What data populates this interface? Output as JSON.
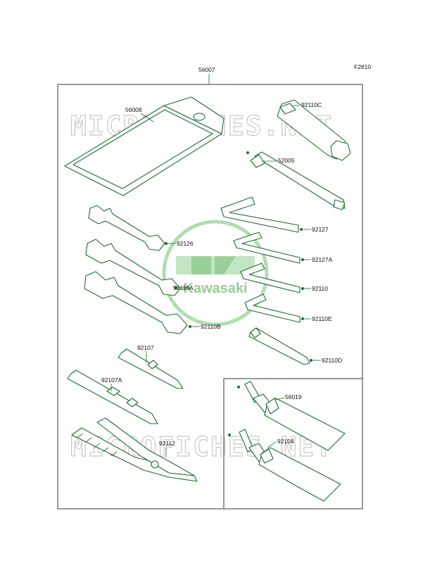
{
  "figure_code": "F2810",
  "watermark": "MICROFICHES.NET",
  "logo_text": "Kawasaki",
  "parts": {
    "kit": "56007",
    "bag": "56008",
    "plug_wrench": "92110C",
    "handle": "52005",
    "wrench_92126": "92126",
    "wrench_92110a": "92110A",
    "wrench_92110b": "92110B",
    "hex_92127": "92127",
    "hex_92127a": "92127A",
    "hex_92110": "92110",
    "hex_92110e": "92110E",
    "driver_92110d": "92110D",
    "screwdriver_92107": "92107",
    "screwdriver_92107a": "92107A",
    "pliers": "92112",
    "tube_56019": "56019",
    "tube_92104": "92104"
  },
  "colors": {
    "line": "#1e6b2e",
    "logo": "#7fbf7f",
    "watermark": "#c9c9c9"
  }
}
